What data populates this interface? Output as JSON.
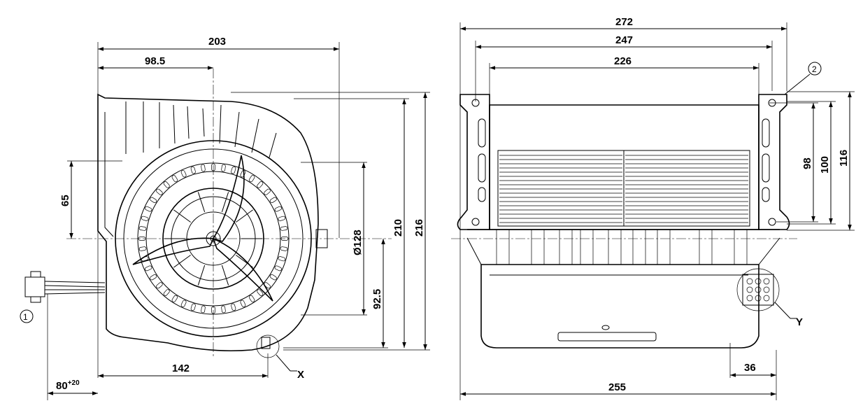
{
  "front_view": {
    "width_overall": "203",
    "center_offset": "98.5",
    "dim_142": "142",
    "dim_80": "80",
    "dim_80_tolerance": "+20",
    "dim_65": "65",
    "diameter": "Ø128",
    "dim_92_5": "92.5",
    "dim_210": "210",
    "dim_216": "216",
    "callout_1": "1",
    "detail_x": "X"
  },
  "side_view": {
    "dim_272": "272",
    "dim_247": "247",
    "dim_226": "226",
    "dim_98": "98",
    "dim_100": "100",
    "dim_116": "116",
    "dim_36": "36",
    "dim_255": "255",
    "callout_2": "2",
    "detail_y": "Y"
  }
}
